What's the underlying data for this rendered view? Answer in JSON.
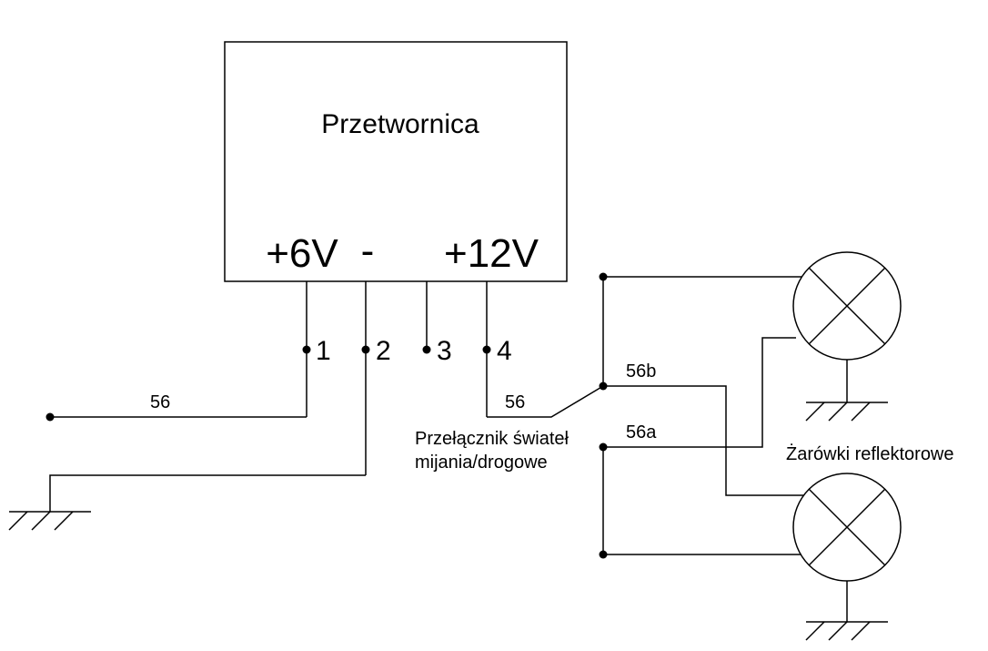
{
  "converter": {
    "title": "Przetwornica",
    "out_6v": "+6V",
    "out_minus": "-",
    "out_12v": "+12V"
  },
  "terminals": {
    "t1": "1",
    "t2": "2",
    "t3": "3",
    "t4": "4"
  },
  "wires": {
    "w56_left": "56",
    "w56_switch": "56",
    "w56b": "56b",
    "w56a": "56a"
  },
  "switch": {
    "line1": "Przełącznik świateł",
    "line2": "mijania/drogowe"
  },
  "lamps": {
    "label": "Żarówki reflektorowe"
  }
}
